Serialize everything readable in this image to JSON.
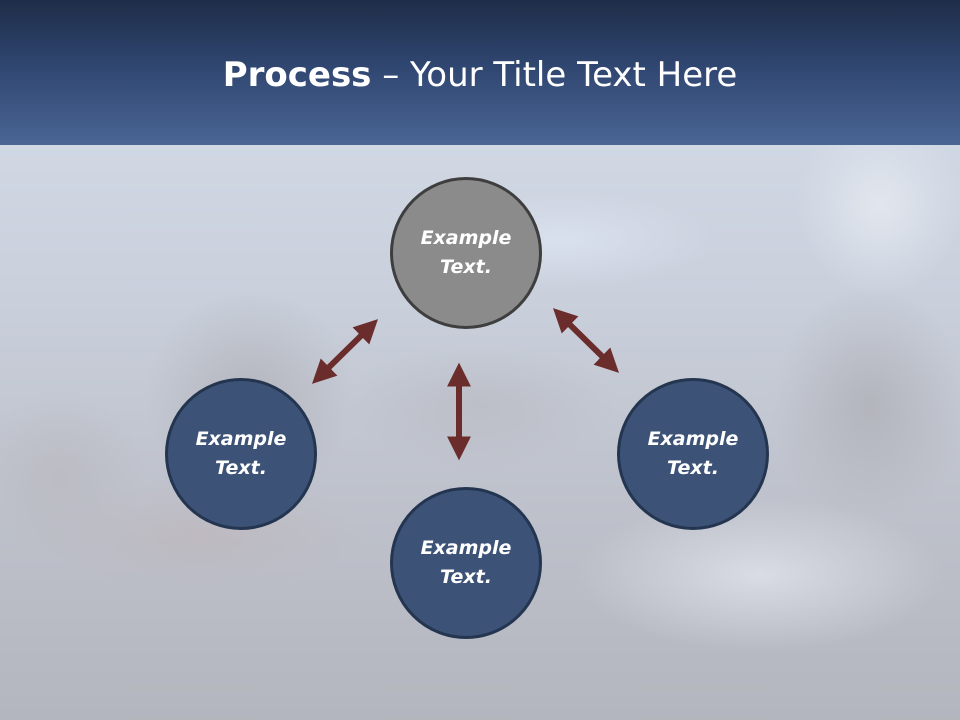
{
  "slide": {
    "title_bold": "Process",
    "title_rest": " – Your Title Text Here"
  },
  "nodes": [
    {
      "id": "top",
      "line1": "Example",
      "line2": "Text.",
      "fill": "#8b8b8b"
    },
    {
      "id": "left",
      "line1": "Example",
      "line2": "Text.",
      "fill": "#3c5277"
    },
    {
      "id": "right",
      "line1": "Example",
      "line2": "Text.",
      "fill": "#3c5277"
    },
    {
      "id": "bottom",
      "line1": "Example",
      "line2": "Text.",
      "fill": "#3c5277"
    }
  ],
  "colors": {
    "header": "#2f4670",
    "arrow": "#6b2c2c",
    "node_blue": "#3c5277",
    "node_gray": "#8b8b8b"
  }
}
